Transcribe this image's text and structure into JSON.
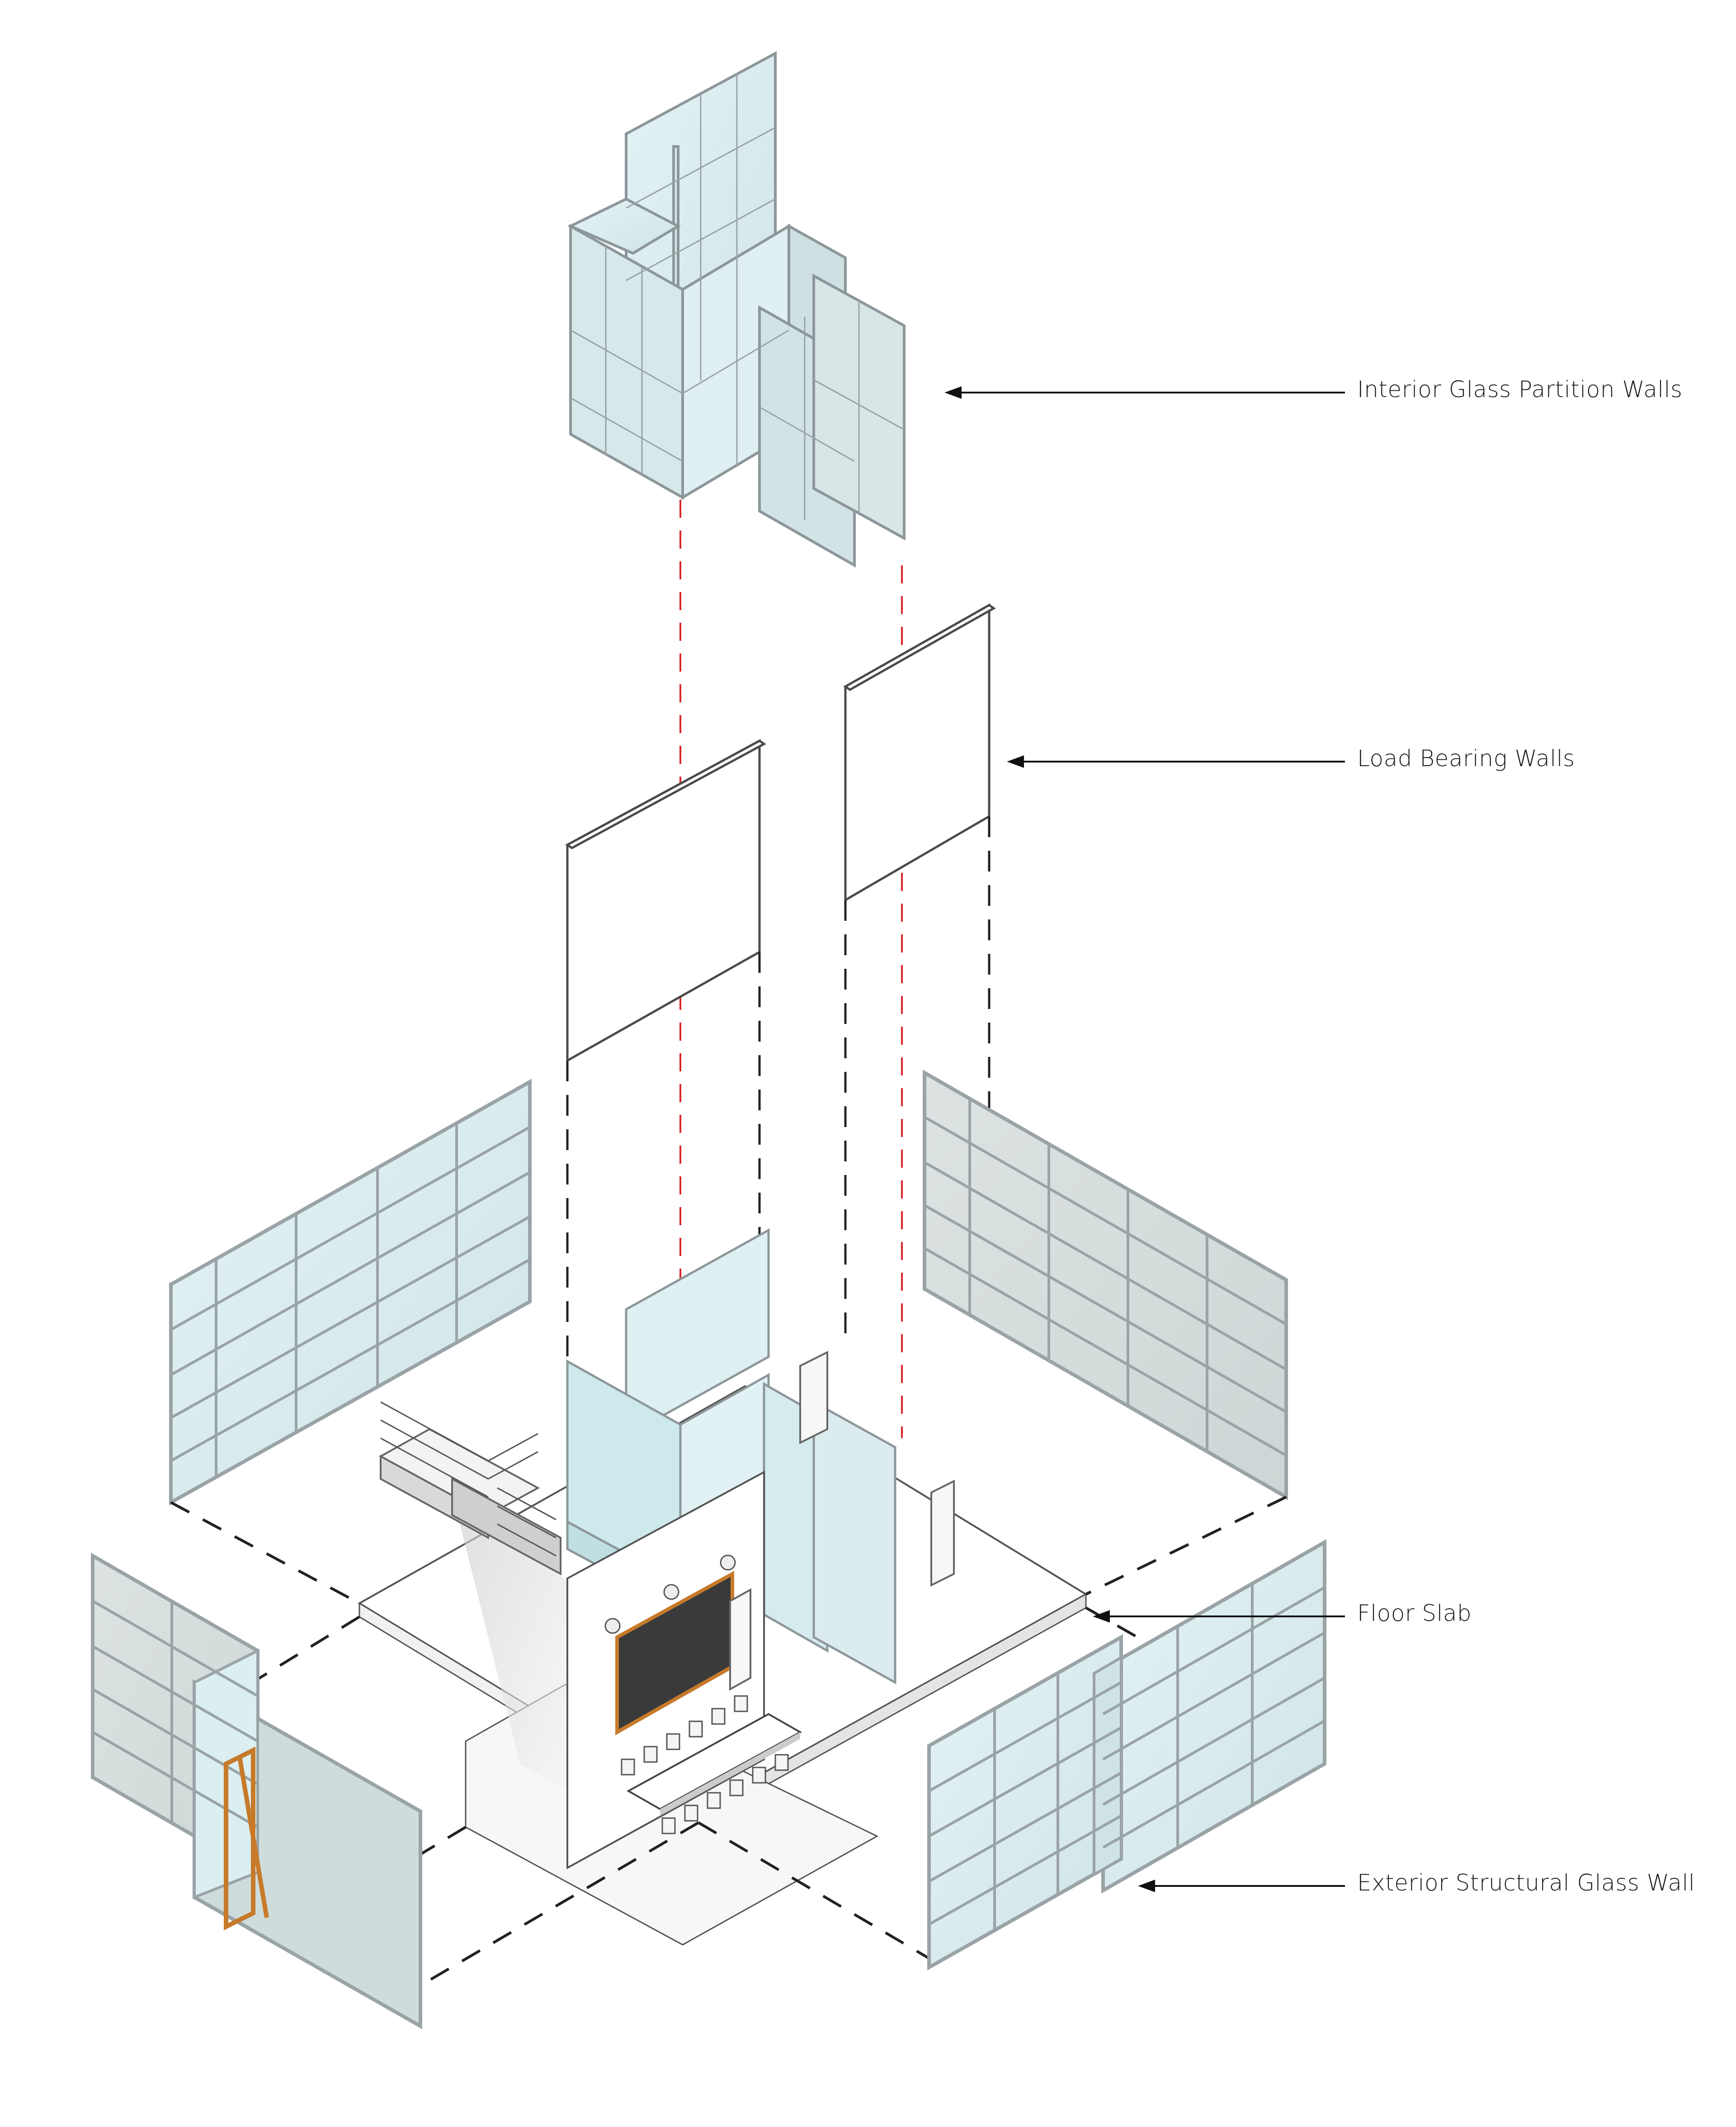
{
  "labels": {
    "interior_partition": "Interior Glass Partition Walls",
    "load_bearing": "Load Bearing Walls",
    "floor_slab": "Floor Slab",
    "exterior_glass": "Exterior Structural Glass Wall"
  },
  "colors": {
    "glass": "#dcebec",
    "glass_light": "#e8f6f8",
    "frame": "#9aa3a6",
    "line": "#222222",
    "red_dash": "#d9252a",
    "door": "#c77a2a",
    "art": "#3a3a3a"
  }
}
